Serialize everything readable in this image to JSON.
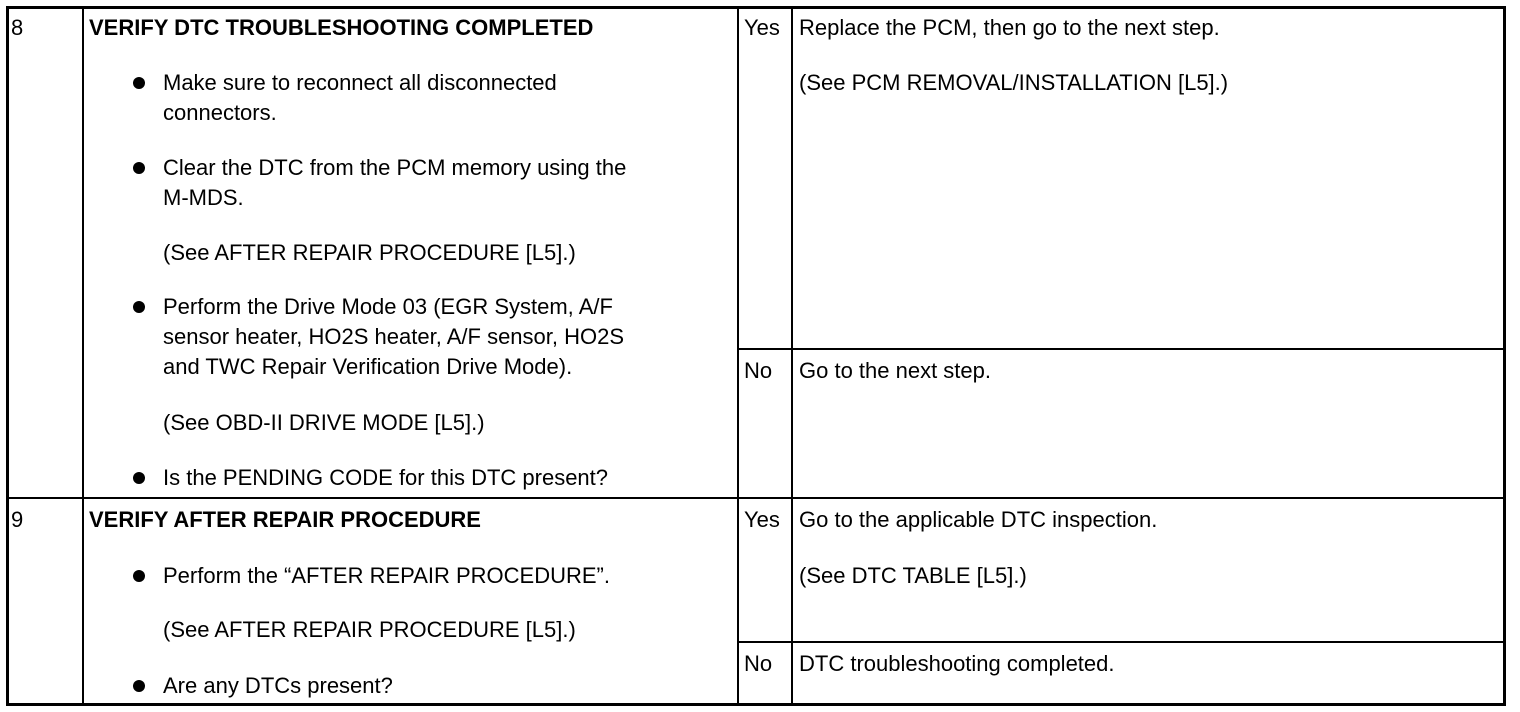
{
  "steps": [
    {
      "number": "8",
      "title": "VERIFY DTC TROUBLESHOOTING COMPLETED",
      "items": [
        {
          "line1": "Make sure to reconnect all disconnected",
          "line2": "connectors."
        },
        {
          "line1": "Clear the DTC from the PCM memory using the",
          "line2": "M-MDS."
        },
        {
          "ref": "(See AFTER REPAIR PROCEDURE [L5].)"
        },
        {
          "line1": "Perform the Drive Mode 03 (EGR System, A/F",
          "line2": "sensor heater, HO2S heater, A/F sensor, HO2S",
          "line3": "and TWC Repair Verification Drive Mode)."
        },
        {
          "ref": "(See OBD-II DRIVE MODE [L5].)"
        },
        {
          "line1": "Is the PENDING CODE for this DTC present?"
        }
      ],
      "results": [
        {
          "answer": "Yes",
          "action": "Replace the PCM, then go to the next step.",
          "ref": "(See PCM REMOVAL/INSTALLATION [L5].)"
        },
        {
          "answer": "No",
          "action": "Go to the next step."
        }
      ]
    },
    {
      "number": "9",
      "title": "VERIFY AFTER REPAIR PROCEDURE",
      "items": [
        {
          "line1": "Perform the “AFTER REPAIR PROCEDURE”."
        },
        {
          "ref": "(See AFTER REPAIR PROCEDURE [L5].)"
        },
        {
          "line1": "Are any DTCs present?"
        }
      ],
      "results": [
        {
          "answer": "Yes",
          "action": "Go to the applicable DTC inspection.",
          "ref": "(See DTC TABLE [L5].)"
        },
        {
          "answer": "No",
          "action": "DTC troubleshooting completed."
        }
      ]
    }
  ]
}
